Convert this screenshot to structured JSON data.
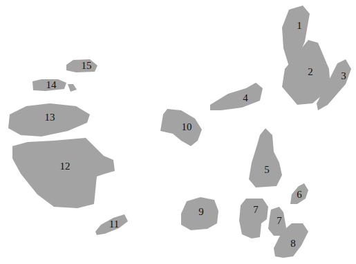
{
  "diagram": {
    "nodes": [
      {
        "text": [
          "1"
        ]
      },
      {
        "text": [
          "2"
        ]
      },
      {
        "text": [
          "3"
        ]
      },
      {
        "text": [
          "4"
        ]
      },
      {
        "text": [
          "5"
        ]
      },
      {
        "text": [
          "6"
        ]
      },
      {
        "text": [
          "7"
        ]
      },
      {
        "text": [
          "7"
        ]
      },
      {
        "text": [
          "8"
        ]
      },
      {
        "text": [
          "9"
        ]
      },
      {
        "text": [
          "10"
        ]
      },
      {
        "text": [
          "11"
        ]
      },
      {
        "text": [
          "12"
        ]
      },
      {
        "text": [
          "13"
        ]
      },
      {
        "text": [
          "14"
        ]
      },
      {
        "text": [
          "15"
        ]
      }
    ]
  }
}
